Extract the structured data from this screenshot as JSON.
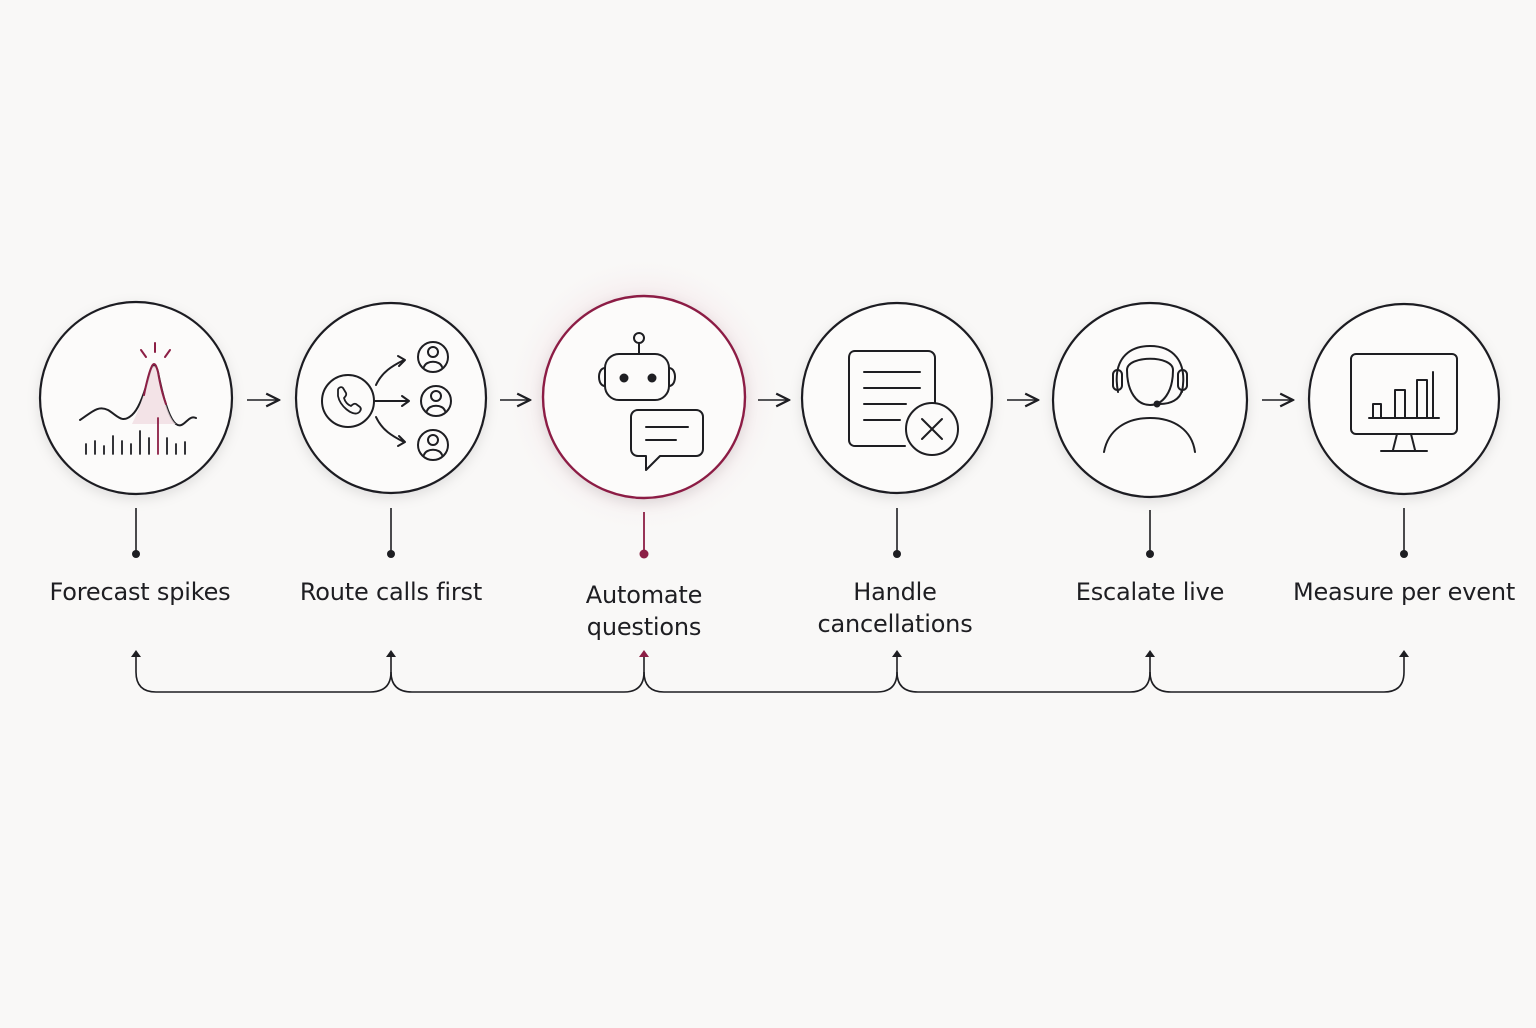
{
  "colors": {
    "background": "#f9f8f7",
    "ink": "#1e1e22",
    "accent": "#8c1f45",
    "accent_glow": "#f1e3e6"
  },
  "steps": [
    {
      "label": "Forecast spikes",
      "icon": "spike-wave-icon",
      "highlighted": false
    },
    {
      "label": "Route calls first",
      "icon": "call-routing-icon",
      "highlighted": false
    },
    {
      "label": "Automate questions",
      "icon": "chatbot-icon",
      "highlighted": true
    },
    {
      "label": "Handle cancellations",
      "icon": "cancel-document-icon",
      "highlighted": false
    },
    {
      "label": "Escalate live",
      "icon": "headset-agent-icon",
      "highlighted": false
    },
    {
      "label": "Measure per event",
      "icon": "dashboard-monitor-icon",
      "highlighted": false
    }
  ]
}
